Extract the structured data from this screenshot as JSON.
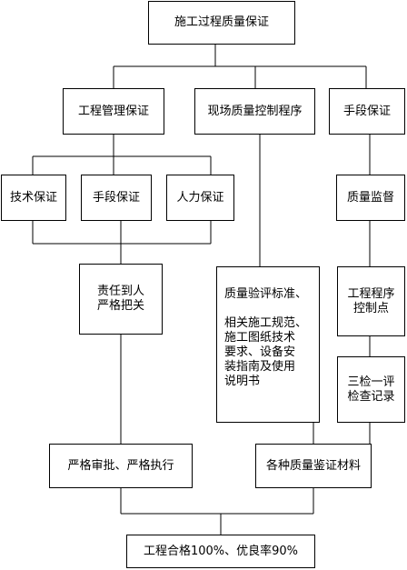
{
  "nodes": {
    "root": "施工过程质量保证",
    "eng_mgmt": "工程管理保证",
    "site_qc": "现场质量控制程序",
    "means_right": "手段保证",
    "tech": "技术保证",
    "means_left": "手段保证",
    "manpower": "人力保证",
    "quality_supervision": "质量监督",
    "responsibility": "责任到人\n严格把关",
    "standards": "质量验评标准、\n\n相关施工规范、\n施工图纸技术\n要求、设备安\n装指南及使用\n说明书",
    "control_points": "工程程序\n控制点",
    "inspection": "三检一评\n检查记录",
    "approval": "严格审批、严格执行",
    "materials": "各种质量鉴证材料",
    "result": "工程合格100%、优良率90%"
  }
}
